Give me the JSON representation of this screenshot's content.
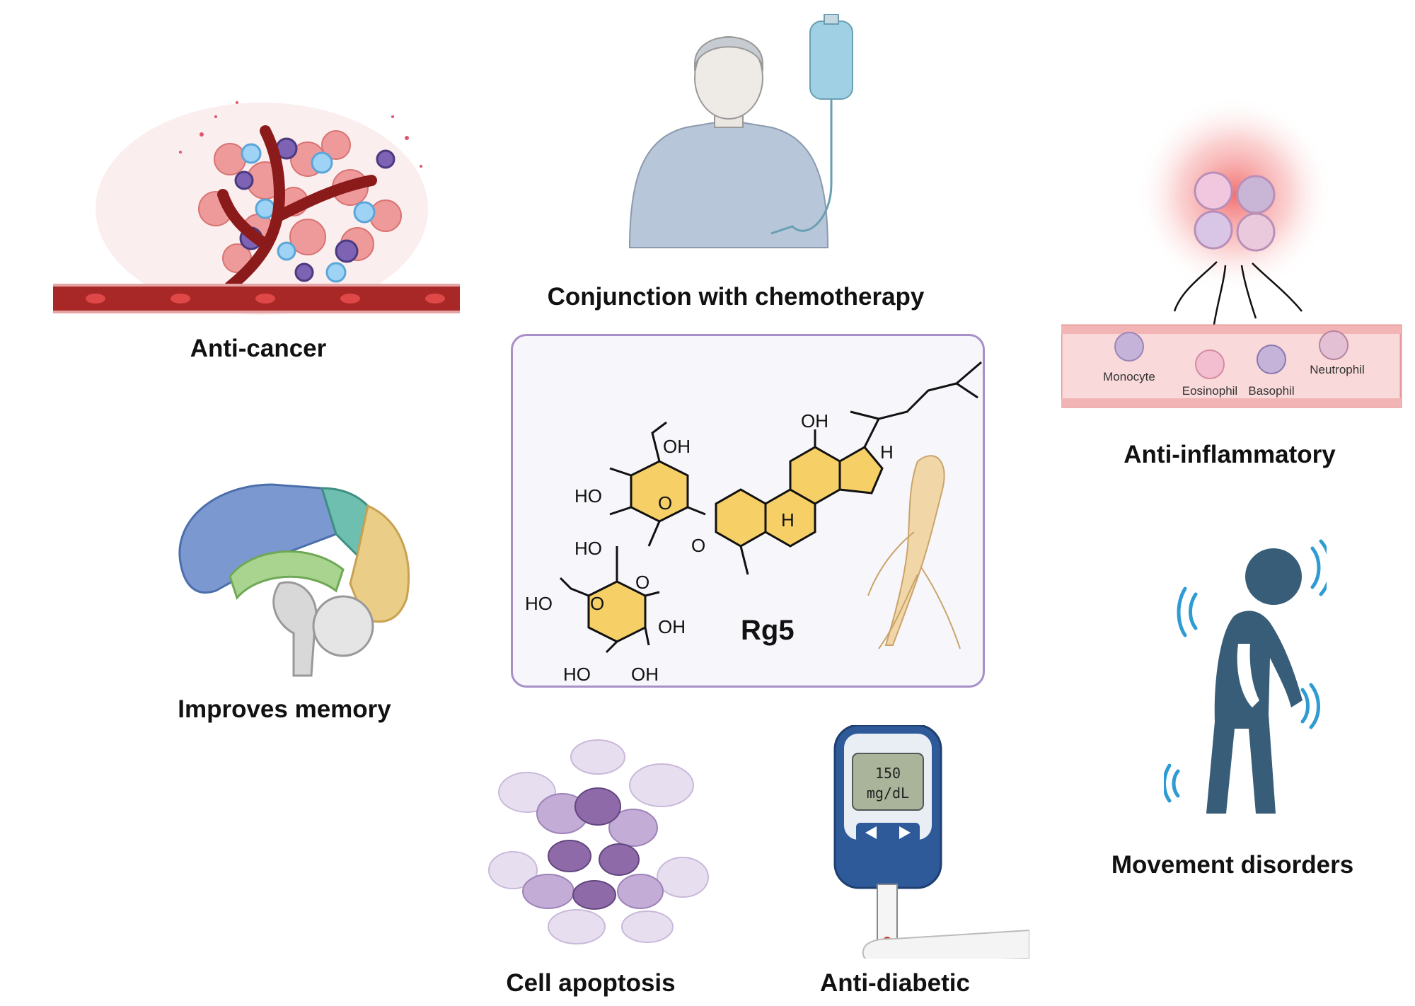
{
  "labels": {
    "anti_cancer": "Anti-cancer",
    "chemotherapy": "Conjunction with chemotherapy",
    "anti_inflammatory": "Anti-inflammatory",
    "memory": "Improves memory",
    "movement": "Movement disorders",
    "apoptosis": "Cell apoptosis",
    "anti_diabetic": "Anti-diabetic"
  },
  "compound": {
    "name": "Rg5",
    "groups": {
      "oh": "OH",
      "ho": "HO",
      "h": "H",
      "o": "O"
    }
  },
  "immune_cells": {
    "monocyte": "Monocyte",
    "eosinophil": "Eosinophil",
    "basophil": "Basophil",
    "neutrophil": "Neutrophil"
  },
  "glucometer": {
    "value": "150",
    "unit": "mg/dL"
  },
  "colors": {
    "panel_border": "#a98fc7",
    "panel_bg": "#f7f6fa",
    "ring_fill": "#f6d067",
    "vessel": "#8b1a1a",
    "figure_blue": "#375d78",
    "tremor_blue": "#2f9bd3",
    "inflammation": "#f26a6a"
  }
}
